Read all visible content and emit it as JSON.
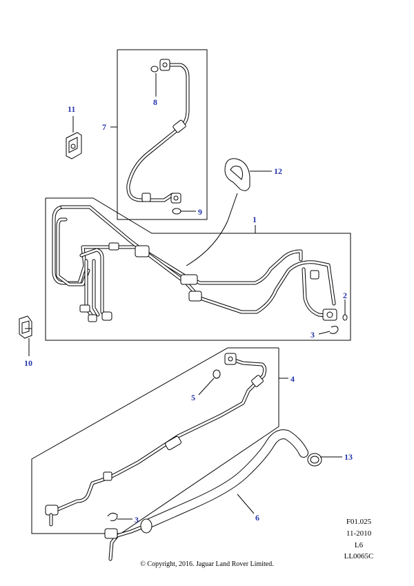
{
  "callouts": {
    "c1": "1",
    "c2": "2",
    "c3a": "3",
    "c3b": "3",
    "c4": "4",
    "c5": "5",
    "c6": "6",
    "c7": "7",
    "c8": "8",
    "c9": "9",
    "c10": "10",
    "c11": "11",
    "c12": "12",
    "c13": "13"
  },
  "reference": {
    "figure": "F01.025",
    "date": "11-2010",
    "variant": "L6",
    "code": "LL0065C"
  },
  "copyright": "© Copyright, 2016. Jaguar Land Rover Limited.",
  "colors": {
    "callout": "#2233aa",
    "line": "#000000",
    "background": "#ffffff"
  }
}
